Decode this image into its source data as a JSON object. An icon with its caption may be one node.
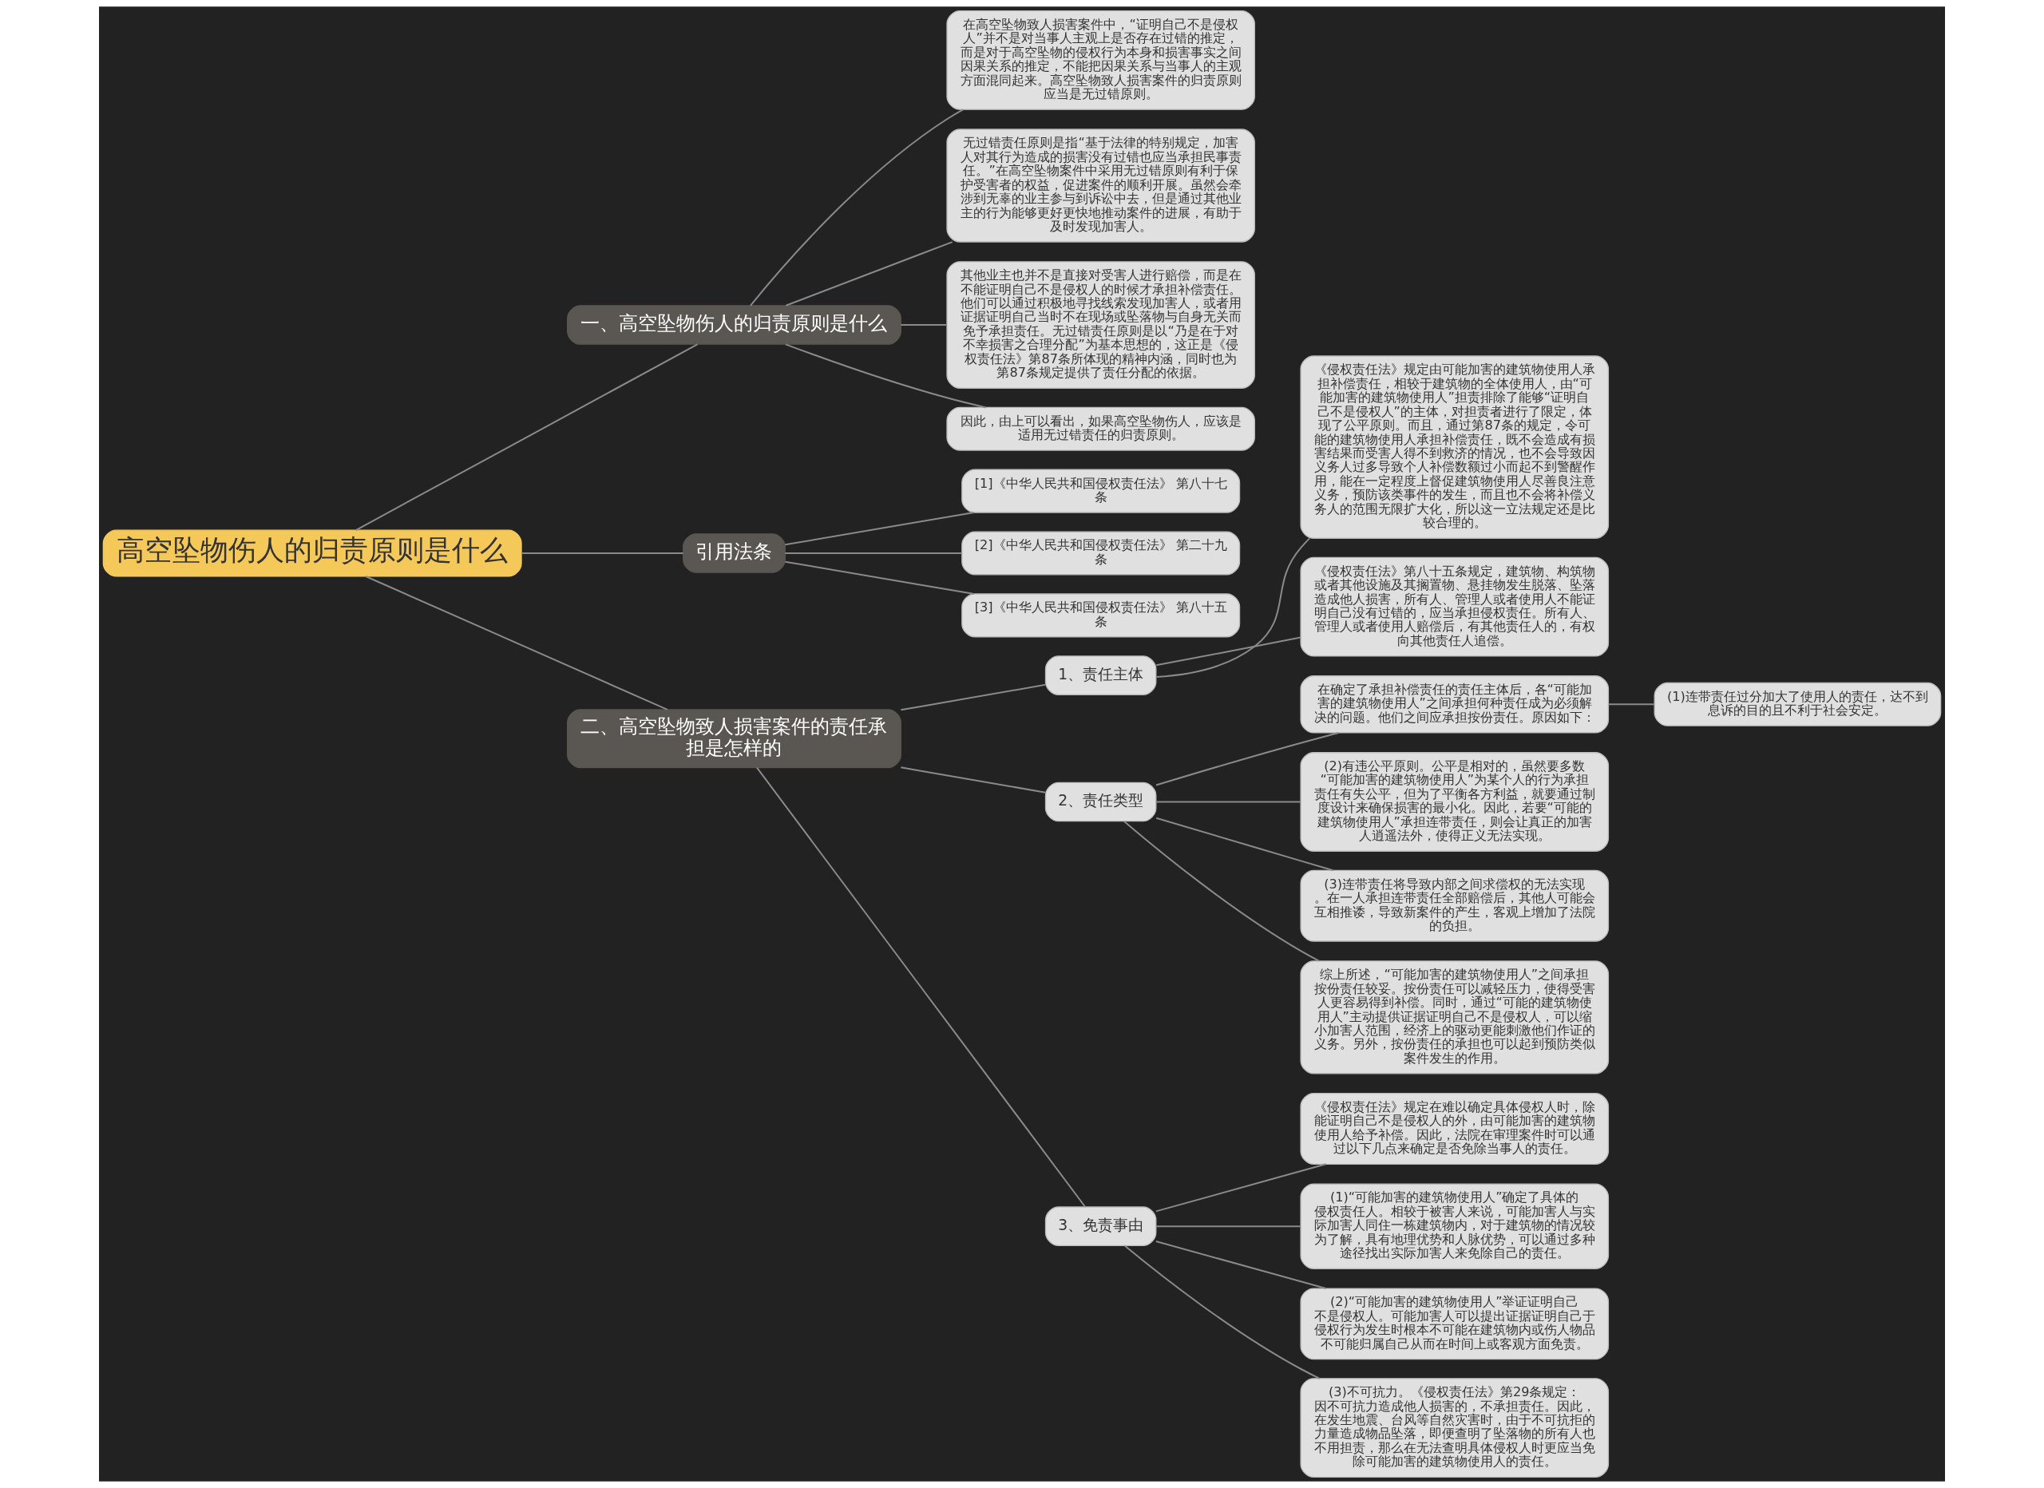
{
  "diagram": {
    "nodes": [
      {
        "text": [
          "高空坠物伤人的归责原则是什么"
        ]
      },
      {
        "text": [
          "一、高空坠物伤人的归责原则是什么"
        ]
      },
      {
        "text": [
          "在高空坠物致人损害案件中，“证明自己不是侵权人”并不是对当事人主观上是否存在过错的推定，而是对于高空坠物的侵权行为本身和损害事实之间因果关系的推定，不能把因果关系与当事人的主观方面混同起来。高空坠物致人损害案件的归责原则应当是无过错原则。"
        ]
      },
      {
        "text": [
          "无过错责任原则是指“基于法律的特别规定，加害人对其行为造成的损害没有过错也应当承担民事责任。”在高空坠物案件中采用无过错原则有利于保护受害者的权益，促进案件的顺利开展。虽然会牵涉到无辜的业主参与到诉讼中去，但是通过其他业主的行为能够更好更快地推动案件的进展，有助于及时发现加害人。"
        ]
      },
      {
        "text": [
          "其他业主也并不是直接对受害人进行赔偿，而是在不能证明自己不是侵权人的时候才承担补偿责任。他们可以通过积极地寻找线索发现加害人，或者用证据证明自己当时不在现场或坠落物与自身无关而免予承担责任。无过错责任原则是以“乃是在于对不幸损害之合理分配”为基本思想的，这正是《侵权责任法》第87条所体现的精神内涵，同时也为第87条规定提供了责任分配的依据。"
        ]
      },
      {
        "text": [
          "因此，由上可以看出，如果高空坠物伤人，应该是适用无过错责任的归责原则。"
        ]
      },
      {
        "text": [
          "引用法条"
        ]
      },
      {
        "text": [
          "[1]《中华人民共和国侵权责任法》 第八十七条"
        ]
      },
      {
        "text": [
          "[2]《中华人民共和国侵权责任法》 第二十九条"
        ]
      },
      {
        "text": [
          "[3]《中华人民共和国侵权责任法》 第八十五条"
        ]
      },
      {
        "text": [
          "二、高空坠物致人损害案件的责任承担是怎样的"
        ]
      },
      {
        "text": [
          "1、责任主体"
        ]
      },
      {
        "text": [
          "《侵权责任法》规定由可能加害的建筑物使用人承担补偿责任，相较于建筑物的全体使用人，由“可能加害的建筑物使用人”担责排除了能够“证明自己不是侵权人”的主体，对担责者进行了限定，体现了公平原则。而且，通过第87条的规定，令可能的建筑物使用人承担补偿责任，既不会造成有损害结果而受害人得不到救济的情况，也不会导致因义务人过多导致个人补偿数额过小而起不到警醒作用，能在一定程度上督促建筑物使用人尽善良注意义务，预防该类事件的发生，而且也不会将补偿义务人的范围无限扩大化，所以这一立法规定还是比较合理的。"
        ]
      },
      {
        "text": [
          "《侵权责任法》第八十五条规定，建筑物、构筑物或者其他设施及其搁置物、悬挂物发生脱落、坠落造成他人损害，所有人、管理人或者使用人不能证明自己没有过错的，应当承担侵权责任。所有人、管理人或者使用人赔偿后，有其他责任人的，有权向其他责任人追偿。"
        ]
      },
      {
        "text": [
          "2、责任类型"
        ]
      },
      {
        "text": [
          "在确定了承担补偿责任的责任主体后，各“可能加害的建筑物使用人”之间承担何种责任成为必须解决的问题。他们之间应承担按份责任。原因如下："
        ]
      },
      {
        "text": [
          "(1)连带责任过分加大了使用人的责任，达不到息诉的目的且不利于社会安定。"
        ]
      },
      {
        "text": [
          "(2)有违公平原则。公平是相对的，虽然要多数“可能加害的建筑物使用人”为某个人的行为承担责任有失公平，但为了平衡各方利益，就要通过制度设计来确保损害的最小化。因此，若要“可能的建筑物使用人”承担连带责任，则会让真正的加害人逍遥法外，使得正义无法实现。"
        ]
      },
      {
        "text": [
          "(3)连带责任将导致内部之间求偿权的无法实现。在一人承担连带责任全部赔偿后，其他人可能会互相推诿，导致新案件的产生，客观上增加了法院的负担。"
        ]
      },
      {
        "text": [
          "综上所述，“可能加害的建筑物使用人”之间承担按份责任较妥。按份责任可以减轻压力，使得受害人更容易得到补偿。同时，通过“可能的建筑物使用人”主动提供证据证明自己不是侵权人，可以缩小加害人范围，经济上的驱动更能刺激他们作证的义务。另外，按份责任的承担也可以起到预防类似案件发生的作用。"
        ]
      },
      {
        "text": [
          "3、免责事由"
        ]
      },
      {
        "text": [
          "《侵权责任法》规定在难以确定具体侵权人时，除能证明自己不是侵权人的外，由可能加害的建筑物使用人给予补偿。因此，法院在审理案件时可以通过以下几点来确定是否免除当事人的责任。"
        ]
      },
      {
        "text": [
          "(1)“可能加害的建筑物使用人”确定了具体的侵权责任人。相较于被害人来说，可能加害人与实际加害人同住一栋建筑物内，对于建筑物的情况较为了解，具有地理优势和人脉优势，可以通过多种途径找出实际加害人来免除自己的责任。"
        ]
      },
      {
        "text": [
          "(2)“可能加害的建筑物使用人”举证证明自己不是侵权人。可能加害人可以提出证据证明自己于侵权行为发生时根本不可能在建筑物内或伤人物品不可能归属自己从而在时间上或客观方面免责。"
        ]
      },
      {
        "text": [
          "(3)不可抗力。《侵权责任法》第29条规定：因不可抗力造成他人损害的，不承担责任。因此，在发生地震、台风等自然灾害时，由于不可抗拒的力量造成物品坠落，即便查明了坠落物的所有人也不用担责，那么在无法查明具体侵权人时更应当免除可能加害的建筑物使用人的责任。"
        ]
      }
    ],
    "edges": [
      {
        "from": 0,
        "to": 1,
        "arrow": "none"
      },
      {
        "from": 1,
        "to": 2,
        "arrow": "none"
      },
      {
        "from": 1,
        "to": 3,
        "arrow": "none"
      },
      {
        "from": 1,
        "to": 4,
        "arrow": "none"
      },
      {
        "from": 1,
        "to": 5,
        "arrow": "none"
      },
      {
        "from": 0,
        "to": 6,
        "arrow": "none"
      },
      {
        "from": 6,
        "to": 7,
        "arrow": "none"
      },
      {
        "from": 6,
        "to": 8,
        "arrow": "none"
      },
      {
        "from": 6,
        "to": 9,
        "arrow": "none"
      },
      {
        "from": 0,
        "to": 10,
        "arrow": "none"
      },
      {
        "from": 10,
        "to": 11,
        "arrow": "none"
      },
      {
        "from": 11,
        "to": 12,
        "arrow": "none"
      },
      {
        "from": 11,
        "to": 13,
        "arrow": "none"
      },
      {
        "from": 10,
        "to": 14,
        "arrow": "none"
      },
      {
        "from": 14,
        "to": 15,
        "arrow": "none"
      },
      {
        "from": 15,
        "to": 16,
        "arrow": "none"
      },
      {
        "from": 14,
        "to": 17,
        "arrow": "none"
      },
      {
        "from": 14,
        "to": 18,
        "arrow": "none"
      },
      {
        "from": 14,
        "to": 19,
        "arrow": "none"
      },
      {
        "from": 10,
        "to": 20,
        "arrow": "none"
      },
      {
        "from": 20,
        "to": 21,
        "arrow": "none"
      },
      {
        "from": 20,
        "to": 22,
        "arrow": "none"
      },
      {
        "from": 20,
        "to": 23,
        "arrow": "none"
      },
      {
        "from": 20,
        "to": 24,
        "arrow": "none"
      }
    ]
  }
}
